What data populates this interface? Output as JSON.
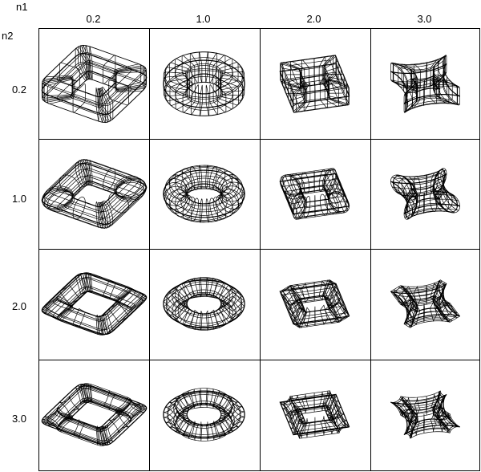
{
  "axes": {
    "x_name": "n1",
    "y_name": "n2"
  },
  "columns": [
    "0.2",
    "1.0",
    "2.0",
    "3.0"
  ],
  "rows": [
    "0.2",
    "1.0",
    "2.0",
    "3.0"
  ],
  "cells": [
    {
      "row": "0.2",
      "col": "0.2",
      "shape": "rounded-square-torus"
    },
    {
      "row": "0.2",
      "col": "1.0",
      "shape": "round-torus"
    },
    {
      "row": "0.2",
      "col": "2.0",
      "shape": "diamond-square-torus"
    },
    {
      "row": "0.2",
      "col": "3.0",
      "shape": "star-torus"
    },
    {
      "row": "1.0",
      "col": "0.2",
      "shape": "rounded-square-torus"
    },
    {
      "row": "1.0",
      "col": "1.0",
      "shape": "round-torus"
    },
    {
      "row": "1.0",
      "col": "2.0",
      "shape": "diamond-square-torus"
    },
    {
      "row": "1.0",
      "col": "3.0",
      "shape": "star-torus"
    },
    {
      "row": "2.0",
      "col": "0.2",
      "shape": "rounded-square-torus"
    },
    {
      "row": "2.0",
      "col": "1.0",
      "shape": "round-torus"
    },
    {
      "row": "2.0",
      "col": "2.0",
      "shape": "diamond-square-torus"
    },
    {
      "row": "2.0",
      "col": "3.0",
      "shape": "star-torus"
    },
    {
      "row": "3.0",
      "col": "0.2",
      "shape": "rounded-square-torus"
    },
    {
      "row": "3.0",
      "col": "1.0",
      "shape": "round-torus"
    },
    {
      "row": "3.0",
      "col": "2.0",
      "shape": "diamond-square-torus"
    },
    {
      "row": "3.0",
      "col": "3.0",
      "shape": "star-torus"
    }
  ]
}
